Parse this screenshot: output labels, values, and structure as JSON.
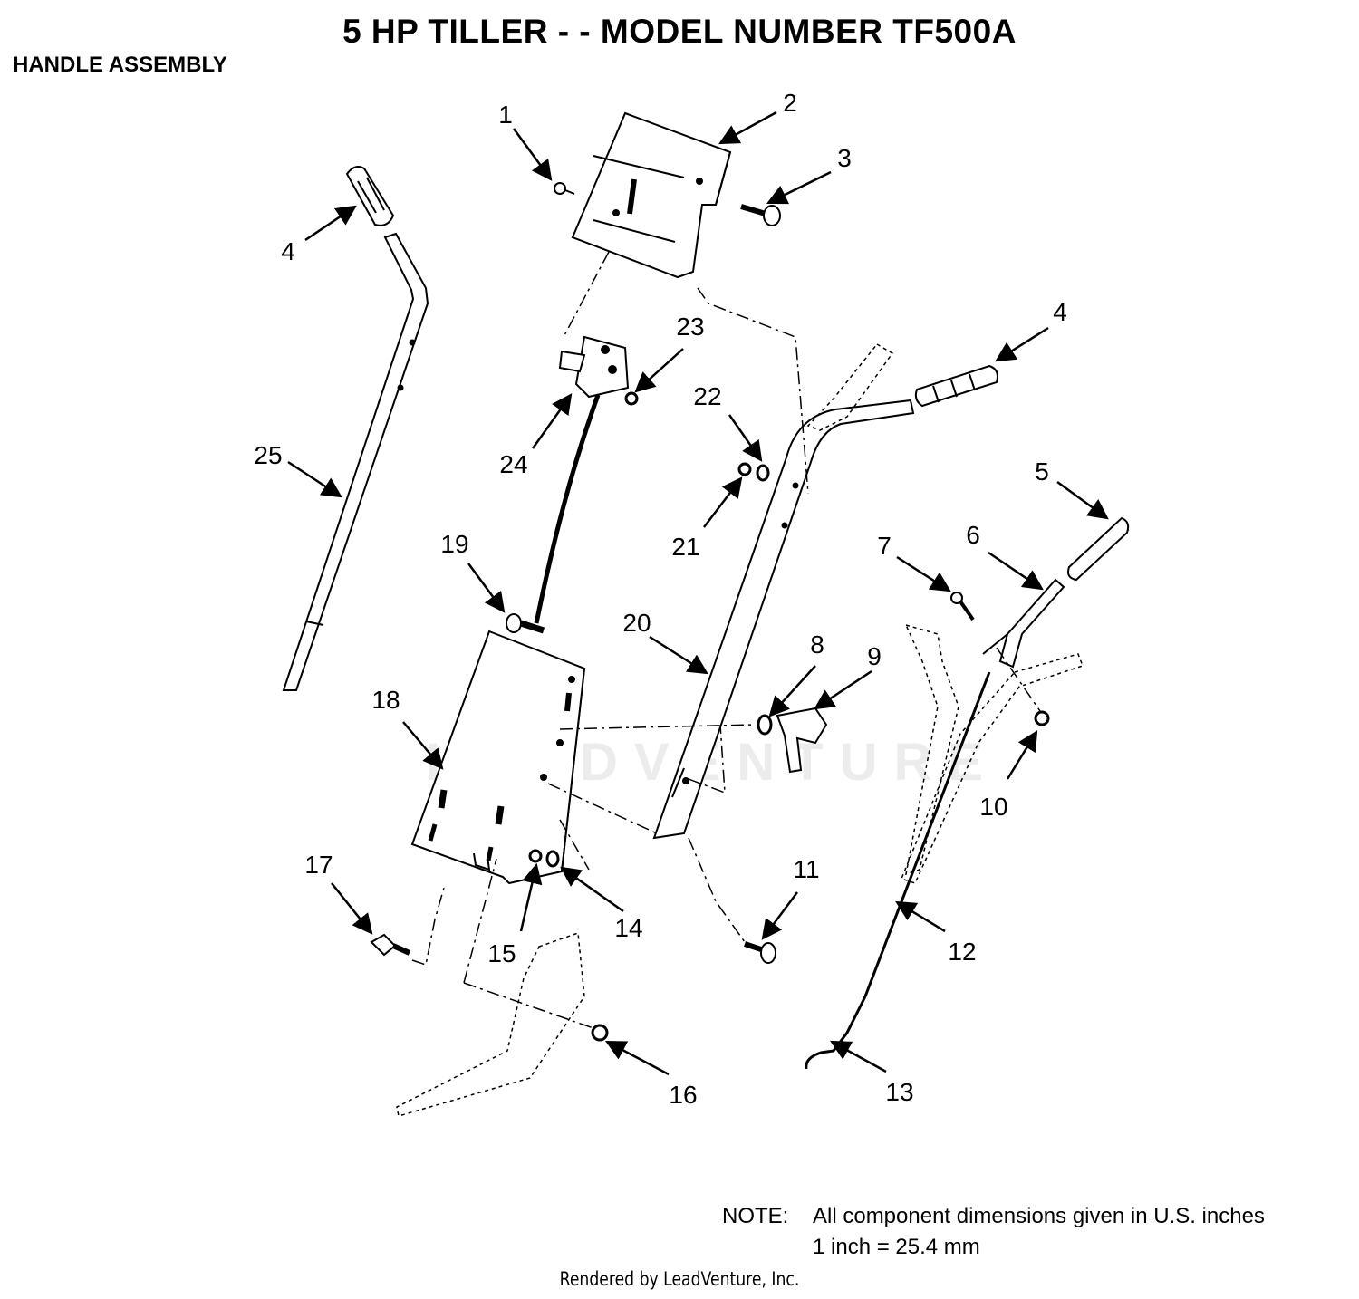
{
  "title": "5 HP TILLER - - MODEL NUMBER TF500A",
  "subtitle": "HANDLE ASSEMBLY",
  "watermark": "LEADVENTURE",
  "note": {
    "label": "NOTE:",
    "line1": "All component dimensions given in U.S. inches",
    "line2": "1 inch = 25.4 mm"
  },
  "footer": "Rendered by LeadVenture, Inc.",
  "callouts": {
    "c1": "1",
    "c2": "2",
    "c3": "3",
    "c4a": "4",
    "c4b": "4",
    "c5": "5",
    "c6": "6",
    "c7": "7",
    "c8": "8",
    "c9": "9",
    "c10": "10",
    "c11": "11",
    "c12": "12",
    "c13": "13",
    "c14": "14",
    "c15": "15",
    "c16": "16",
    "c17": "17",
    "c18": "18",
    "c19": "19",
    "c20": "20",
    "c21": "21",
    "c22": "22",
    "c23": "23",
    "c24": "24",
    "c25": "25"
  }
}
